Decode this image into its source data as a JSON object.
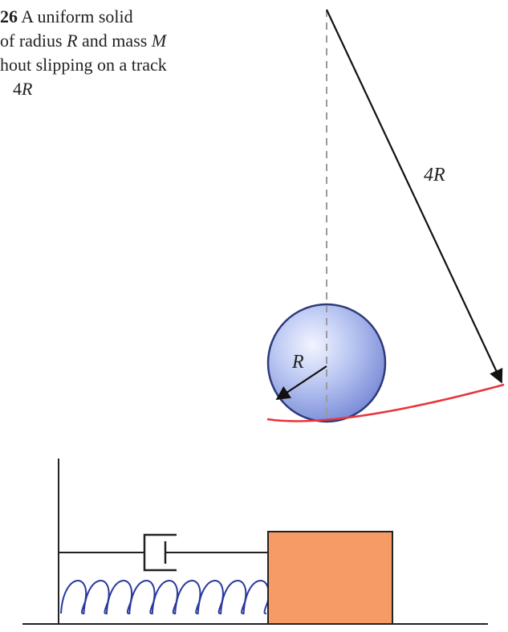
{
  "problem": {
    "number": "26",
    "line1_rest": " A uniform solid",
    "line2_pre": "of radius ",
    "line2_var1": "R",
    "line2_mid": " and mass ",
    "line2_var2": "M",
    "line3": "hout slipping on a track",
    "line4_num": "4",
    "line4_var": "R"
  },
  "diagram_top": {
    "track_radius_label": "4R",
    "ball_radius_label": "R",
    "colors": {
      "ball_center": "#dfe6ff",
      "ball_edge": "#5a6fc4",
      "track": "#e8343a",
      "axis": "#999999",
      "arrow": "#111111"
    }
  },
  "diagram_bottom": {
    "colors": {
      "block": "#f79b66",
      "spring": "#2a3a9e",
      "line": "#222222"
    }
  }
}
